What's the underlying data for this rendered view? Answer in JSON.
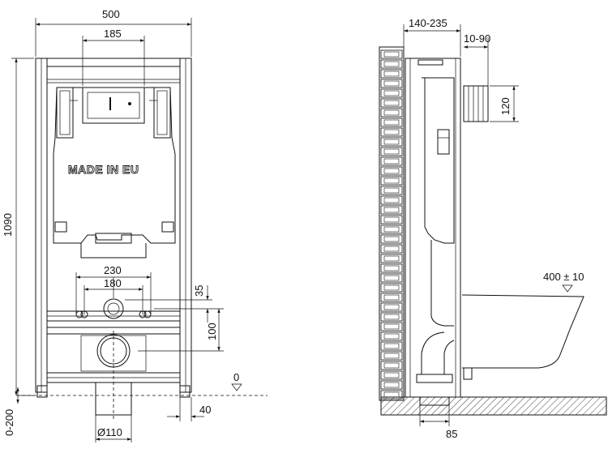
{
  "front_view": {
    "frame_width": "500",
    "upper_opening": "185",
    "label": "MADE IN EU",
    "height": "1090",
    "pipe_spacing_outer": "230",
    "pipe_spacing_inner": "180",
    "offset_top": "35",
    "offset_mid": "100",
    "floor_level": "0",
    "leg_adjust": "0-200",
    "leg_offset": "40",
    "drain_diameter": "Ø110"
  },
  "side_view": {
    "depth_range": "140-235",
    "flush_depth": "10-90",
    "button_height": "120",
    "bowl_height": "400 ± 10",
    "drain_offset": "85"
  }
}
